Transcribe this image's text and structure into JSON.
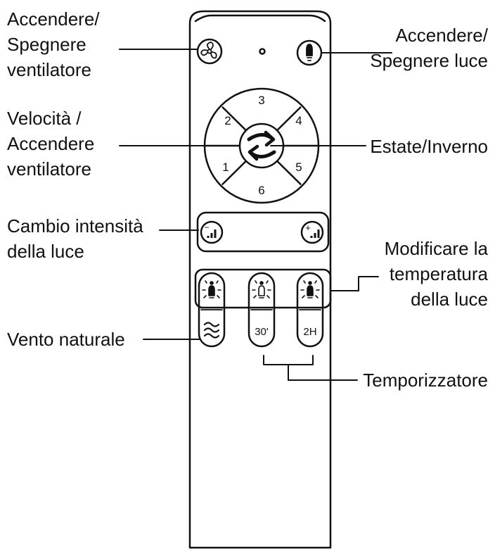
{
  "labels": {
    "fan_power": [
      "Accendere/",
      "Spegnere",
      "ventilatore"
    ],
    "light_power": [
      "Accendere/",
      "Spegnere luce"
    ],
    "speed": [
      "Velocità /",
      "Accendere",
      "ventilatore"
    ],
    "summer_winter": "Estate/Inverno",
    "brightness": [
      "Cambio intensità",
      "della luce"
    ],
    "color_temperature": [
      "Modificare la",
      "temperatura",
      "della luce"
    ],
    "natural_wind": "Vento naturale",
    "timer": "Temporizzatore"
  },
  "speed_buttons": [
    "3",
    "4",
    "5",
    "6",
    "1",
    "2"
  ],
  "timer_buttons": [
    "30'",
    "2H"
  ],
  "brightness_signs": {
    "down": "−",
    "up": "+"
  },
  "icons": {
    "fan_power": "fan-icon",
    "light_power": "bulb-icon",
    "summer_winter": "swap-arrows-icon",
    "brightness_down": "brightness-down-icon",
    "brightness_up": "brightness-up-icon",
    "color_temperature": [
      "bulb-warm-icon",
      "bulb-neutral-icon",
      "bulb-cool-icon"
    ],
    "natural_wind": "wind-icon"
  },
  "colors": {
    "ink": "#111111",
    "background": "#ffffff"
  }
}
